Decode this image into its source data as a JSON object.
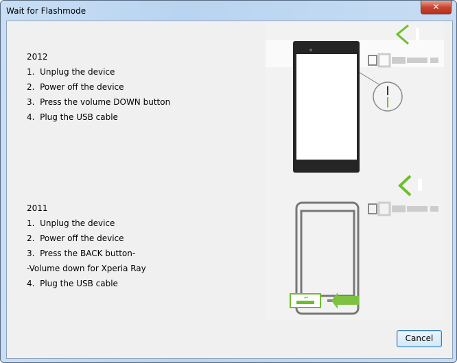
{
  "window": {
    "title": "Wait for Flashmode",
    "close_icon": "close-icon"
  },
  "section_2012": {
    "year": "2012",
    "steps": [
      "1.  Unplug the device",
      "2.  Power off the device",
      "3.  Press the volume DOWN button",
      "4.  Plug the USB cable"
    ]
  },
  "section_2011": {
    "year": "2011",
    "steps": [
      "1.  Unplug the device",
      "2.  Power off the device",
      "3.  Press the BACK button-",
      "-Volume down for Xperia Ray",
      "4.  Plug the USB cable"
    ]
  },
  "buttons": {
    "cancel": "Cancel"
  },
  "colors": {
    "accent_green": "#6cbf2a"
  }
}
